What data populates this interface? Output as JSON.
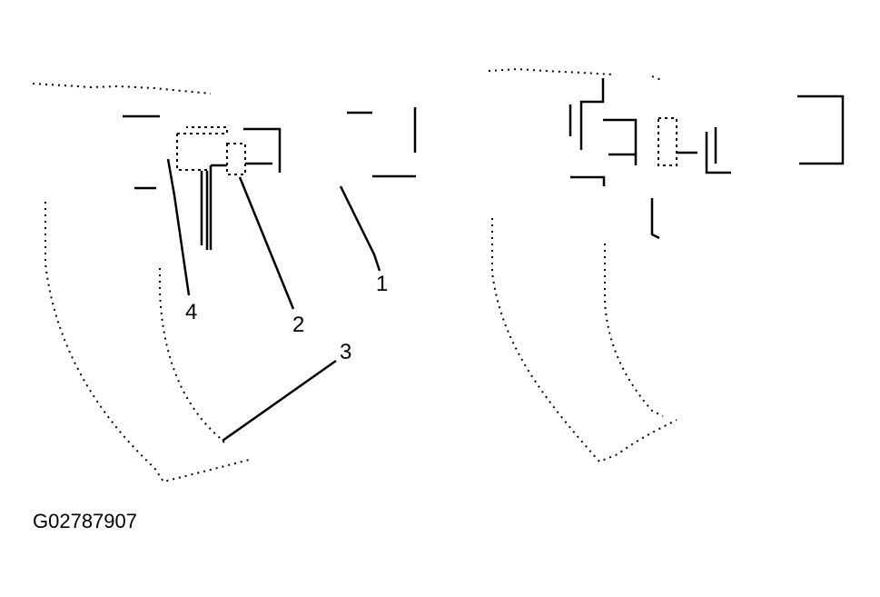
{
  "diagram": {
    "callouts": [
      "1",
      "2",
      "3",
      "4"
    ],
    "figure_id": "G02787907"
  },
  "colors": {
    "ink": "#000000",
    "background": "#ffffff"
  }
}
